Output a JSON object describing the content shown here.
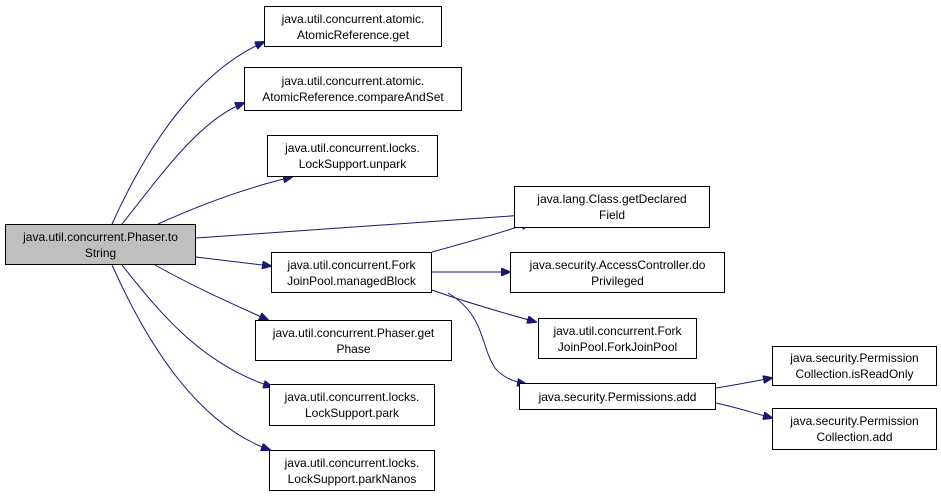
{
  "diagram": {
    "colors": {
      "edge": "#191970",
      "root_fill": "#bfbfbf",
      "node_fill": "#ffffff",
      "border": "#000000"
    },
    "nodes": {
      "root": {
        "line1": "java.util.concurrent.Phaser.to",
        "line2": "String"
      },
      "atomic_get": {
        "line1": "java.util.concurrent.atomic.",
        "line2": "AtomicReference.get"
      },
      "atomic_cas": {
        "line1": "java.util.concurrent.atomic.",
        "line2": "AtomicReference.compareAndSet"
      },
      "unpark": {
        "line1": "java.util.concurrent.locks.",
        "line2": "LockSupport.unpark"
      },
      "managed_block": {
        "line1": "java.util.concurrent.Fork",
        "line2": "JoinPool.managedBlock"
      },
      "get_phase": {
        "line1": "java.util.concurrent.Phaser.get",
        "line2": "Phase"
      },
      "park": {
        "line1": "java.util.concurrent.locks.",
        "line2": "LockSupport.park"
      },
      "park_nanos": {
        "line1": "java.util.concurrent.locks.",
        "line2": "LockSupport.parkNanos"
      },
      "get_declared_field": {
        "line1": "java.lang.Class.getDeclared",
        "line2": "Field"
      },
      "do_privileged": {
        "line1": "java.security.AccessController.do",
        "line2": "Privileged"
      },
      "fjp_ctor": {
        "line1": "java.util.concurrent.Fork",
        "line2": "JoinPool.ForkJoinPool"
      },
      "permissions_add": {
        "line1": "java.security.Permissions.add",
        "line2": ""
      },
      "is_read_only": {
        "line1": "java.security.Permission",
        "line2": "Collection.isReadOnly"
      },
      "pc_add": {
        "line1": "java.security.Permission",
        "line2": "Collection.add"
      }
    }
  }
}
